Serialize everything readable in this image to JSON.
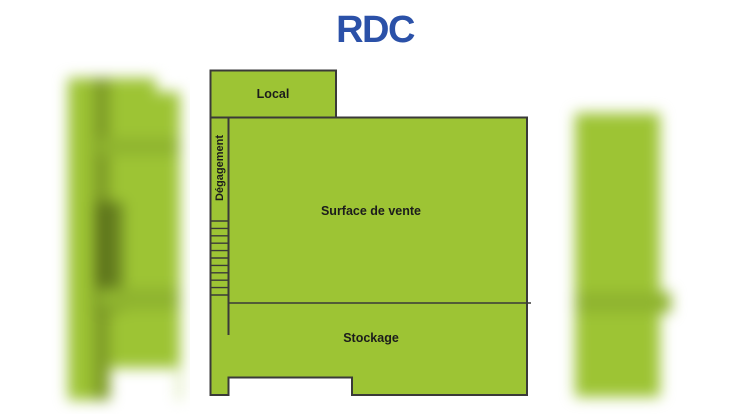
{
  "title": {
    "text": "RDC",
    "color": "#2b51a8"
  },
  "floor_plan": {
    "fill_color": "#9dc434",
    "outline_color": "#3a3a38",
    "label_color": "#1c1c1c",
    "rooms": [
      {
        "id": "local",
        "label": "Local"
      },
      {
        "id": "degagement",
        "label": "Dégagement"
      },
      {
        "id": "surface_de_vente",
        "label": "Surface de vente"
      },
      {
        "id": "stockage",
        "label": "Stockage"
      }
    ],
    "stairs_steps": 11
  },
  "carousel": {
    "previous_preview": {
      "fill_color": "#9dc434",
      "band_color": "#8fb42f",
      "dark_color": "#5a6e19"
    },
    "next_preview": {
      "fill_color": "#9dc434",
      "band_color": "#8fb42f"
    }
  }
}
